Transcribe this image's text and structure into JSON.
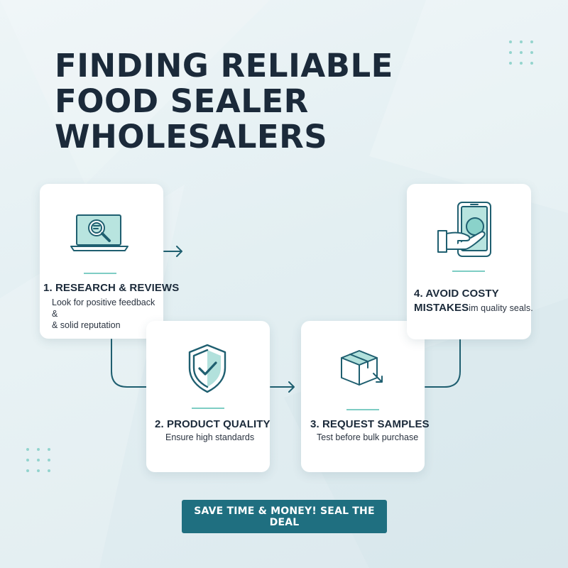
{
  "title": {
    "line1": "FINDING RELIABLE",
    "line2": "FOOD SEALER",
    "line3": "WHOLESALERS"
  },
  "steps": [
    {
      "heading": "1. RESEARCH & REVIEWS",
      "desc_line1": "Look for positive feedback &",
      "desc_line2": "& solid reputation",
      "icon": "laptop-magnifier-icon"
    },
    {
      "heading": "2. PRODUCT QUALITY",
      "desc_line1": "Ensure high standards",
      "icon": "shield-check-icon"
    },
    {
      "heading": "3. REQUEST SAMPLES",
      "desc_line1": "Test before bulk purchase",
      "icon": "box-arrow-icon"
    },
    {
      "heading_line1": "4. AVOID COSTY",
      "heading_line2": "MISTAKES",
      "desc_fragment": "im quality seals.",
      "icon": "phone-hand-icon"
    }
  ],
  "cta": {
    "label": "SAVE TIME & MONEY! SEAL THE DEAL"
  },
  "colors": {
    "accent": "#7ecdc4",
    "stroke": "#1f5f70",
    "button": "#1f6f80",
    "title": "#1b2a3a"
  }
}
